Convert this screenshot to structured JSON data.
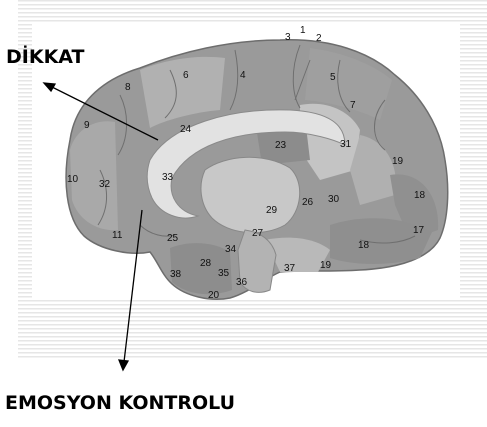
{
  "labels": {
    "top": "DİKKAT",
    "bottom": "EMOSYON KONTROLU"
  },
  "region_numbers": [
    "1",
    "2",
    "3",
    "4",
    "5",
    "6",
    "7",
    "8",
    "9",
    "10",
    "11",
    "17",
    "18",
    "18",
    "19",
    "19",
    "20",
    "23",
    "24",
    "25",
    "26",
    "27",
    "28",
    "29",
    "30",
    "31",
    "32",
    "33",
    "34",
    "35",
    "36",
    "37",
    "38"
  ],
  "colors": {
    "brain_dark": "#8a8a8a",
    "brain_mid": "#a6a6a6",
    "brain_light": "#d2d2d2",
    "stripe": "#e4e4e4",
    "arrow": "#000000"
  }
}
